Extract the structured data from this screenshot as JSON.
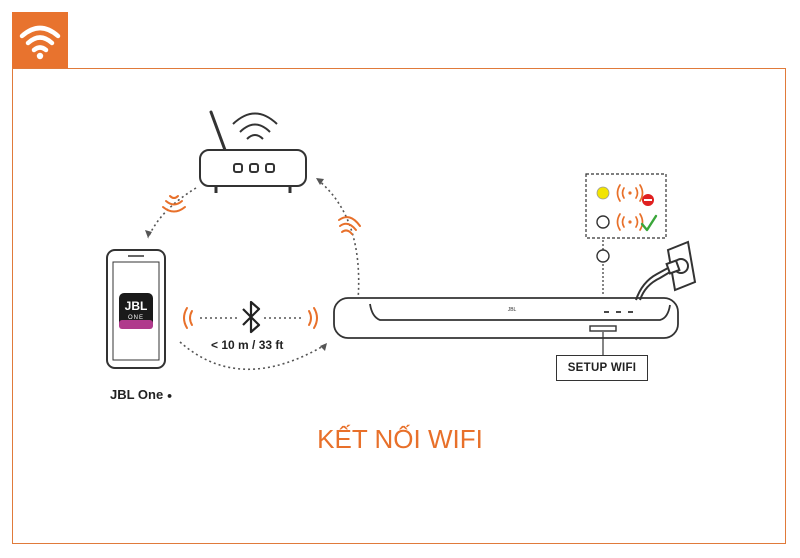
{
  "header": {
    "icon": "wifi-icon",
    "badge_color": "#e8732e"
  },
  "diagram": {
    "phone_app_logo": "JBL ONE",
    "phone_label": "JBL One",
    "phone_label_mark": "●",
    "bluetooth_distance": "< 10 m / 33 ft",
    "setup_button_label": "SETUP WIFI",
    "status_colors": {
      "pairing": "#f2e400",
      "error": "#e02020",
      "success": "#3aa63a",
      "signal": "#e8702a"
    }
  },
  "title": "KẾT NỐI WIFI"
}
